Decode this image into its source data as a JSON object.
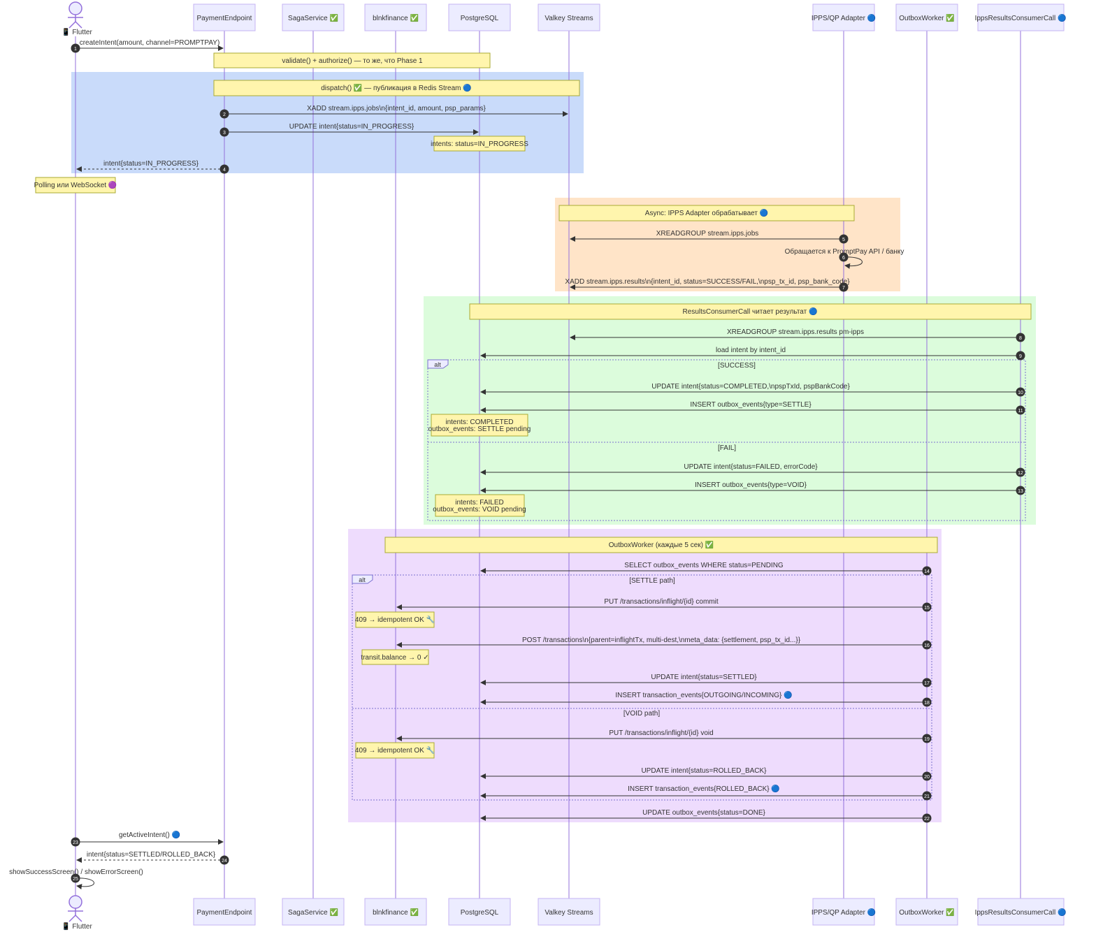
{
  "colors": {
    "lifeline": "#9370DB",
    "participant_fill": "#ECECFF",
    "participant_stroke": "#C5B3F3",
    "note_fill": "#FFF5AD",
    "note_stroke": "#AAAA33",
    "arrow": "#333333",
    "badge": "#333333",
    "band_blue": "#C9DBFA",
    "band_orange": "#FFE4C8",
    "band_green": "#DCFCDC",
    "band_purple": "#EEDCFD"
  },
  "actor": {
    "label": "📱 Flutter"
  },
  "participants": [
    {
      "key": "pay",
      "label": "PaymentEndpoint"
    },
    {
      "key": "saga",
      "label": "SagaService ✅"
    },
    {
      "key": "blnk",
      "label": "blnkfinance ✅"
    },
    {
      "key": "pg",
      "label": "PostgreSQL"
    },
    {
      "key": "valkey",
      "label": "Valkey Streams"
    },
    {
      "key": "ipps",
      "label": "IPPS/QP Adapter 🔵"
    },
    {
      "key": "outbox",
      "label": "OutboxWorker ✅"
    },
    {
      "key": "cons",
      "label": "IppsResultsConsumerCall 🔵"
    }
  ],
  "notes": [
    {
      "text": "validate() + authorize() — то же, что Phase 1"
    },
    {
      "text": "dispatch() ✅ — публикация в Redis Stream 🔵"
    },
    {
      "text": "intents: status=IN_PROGRESS"
    },
    {
      "text": "Polling или WebSocket 🟣"
    },
    {
      "text": "Async: IPPS Adapter обрабатывает 🔵"
    },
    {
      "text": "ResultsConsumerCall читает результат 🔵"
    },
    {
      "text": "intents: COMPLETED"
    },
    {
      "text": "outbox_events: SETTLE pending"
    },
    {
      "text": "intents: FAILED"
    },
    {
      "text": "outbox_events: VOID pending"
    },
    {
      "text": "OutboxWorker (каждые 5 сек) ✅"
    },
    {
      "text": "409 → idempotent OK 🔧"
    },
    {
      "text": "transit.balance → 0 ✓"
    },
    {
      "text": "409 → idempotent OK 🔧"
    }
  ],
  "messages": [
    {
      "num": "1",
      "text": "createIntent(amount, channel=PROMPTPAY)"
    },
    {
      "num": "2",
      "text": "XADD stream.ipps.jobs\\n{intent_id, amount, psp_params}"
    },
    {
      "num": "3",
      "text": "UPDATE intent{status=IN_PROGRESS}"
    },
    {
      "num": "4",
      "text": "intent{status=IN_PROGRESS}"
    },
    {
      "num": "5",
      "text": "XREADGROUP stream.ipps.jobs"
    },
    {
      "num": "6",
      "text": "Обращается к PromptPay API / банку"
    },
    {
      "num": "7",
      "text": "XADD stream.ipps.results\\n{intent_id, status=SUCCESS/FAIL,\\npsp_tx_id, psp_bank_code}"
    },
    {
      "num": "8",
      "text": "XREADGROUP stream.ipps.results pm-ipps"
    },
    {
      "num": "9",
      "text": "load intent by intent_id"
    },
    {
      "num": "10",
      "text": "UPDATE intent{status=COMPLETED,\\npspTxId, pspBankCode}"
    },
    {
      "num": "11",
      "text": "INSERT outbox_events{type=SETTLE}"
    },
    {
      "num": "12",
      "text": "UPDATE intent{status=FAILED, errorCode}"
    },
    {
      "num": "13",
      "text": "INSERT outbox_events{type=VOID}"
    },
    {
      "num": "14",
      "text": "SELECT outbox_events WHERE status=PENDING"
    },
    {
      "num": "15",
      "text": "PUT /transactions/inflight/{id} commit"
    },
    {
      "num": "16",
      "text": "POST /transactions\\n{parent=inflightTx, multi-dest,\\nmeta_data: {settlement, psp_tx_id...}}"
    },
    {
      "num": "17",
      "text": "UPDATE intent{status=SETTLED}"
    },
    {
      "num": "18",
      "text": "INSERT transaction_events{OUTGOING/INCOMING} 🔵"
    },
    {
      "num": "19",
      "text": "PUT /transactions/inflight/{id} void"
    },
    {
      "num": "20",
      "text": "UPDATE intent{status=ROLLED_BACK}"
    },
    {
      "num": "21",
      "text": "INSERT transaction_events{ROLLED_BACK} 🔵"
    },
    {
      "num": "22",
      "text": "UPDATE outbox_events{status=DONE}"
    },
    {
      "num": "23",
      "text": "getActiveIntent() 🔵"
    },
    {
      "num": "24",
      "text": "intent{status=SETTLED/ROLLED_BACK}"
    },
    {
      "num": "25",
      "text": "showSuccessScreen() / showErrorScreen()"
    }
  ],
  "alts": [
    {
      "label": "alt",
      "cond1": "[SUCCESS]",
      "cond2": "[FAIL]"
    },
    {
      "label": "alt",
      "cond1": "[SETTLE path]",
      "cond2": "[VOID path]"
    }
  ]
}
